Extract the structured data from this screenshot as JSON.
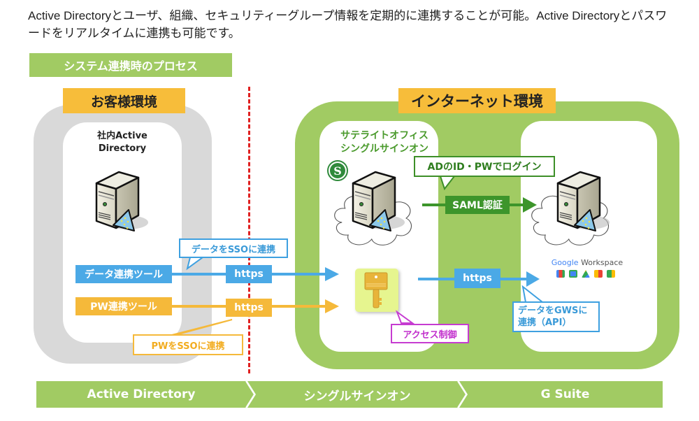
{
  "intro": {
    "text": "Active Directoryとユーザ、組織、セキュリティーグループ情報を定期的に連携することが可能。Active Directoryとパスワードをリアルタイムに連携も可能です。"
  },
  "process_label": "システム連携時のプロセス",
  "customer_env": {
    "tag": "お客様環境",
    "ad_title_line1": "社内Active",
    "ad_title_line2": "Directory",
    "data_tool": "データ連携ツール",
    "pw_tool": "PW連携ツール",
    "data_callout": "データをSSOに連携",
    "pw_callout": "PWをSSOに連携",
    "https_data": "https",
    "https_pw": "https"
  },
  "internet_env": {
    "tag": "インターネット環境",
    "sso_title_line1": "サテライトオフィス",
    "sso_title_line2": "シングルサインオン",
    "login_callout": "ADのID・PWでログイン",
    "saml": "SAML認証",
    "https_gws": "https",
    "access_control_callout": "アクセス制御",
    "gws_callout_line1": "データをGWSに",
    "gws_callout_line2": "連携（API）",
    "gws_logo_google": "Google",
    "gws_logo_workspace": " Workspace"
  },
  "colors": {
    "green": "#a1cb63",
    "dark_green": "#3d952b",
    "blue": "#4ba9e6",
    "yellow": "#f5b93a",
    "purple": "#c63cd1",
    "red_divider": "#e02020",
    "gray": "#d9d9d9"
  },
  "footer_steps": [
    {
      "label": "Active Directory"
    },
    {
      "label": "シングルサインオン"
    },
    {
      "label": "G Suite"
    }
  ]
}
